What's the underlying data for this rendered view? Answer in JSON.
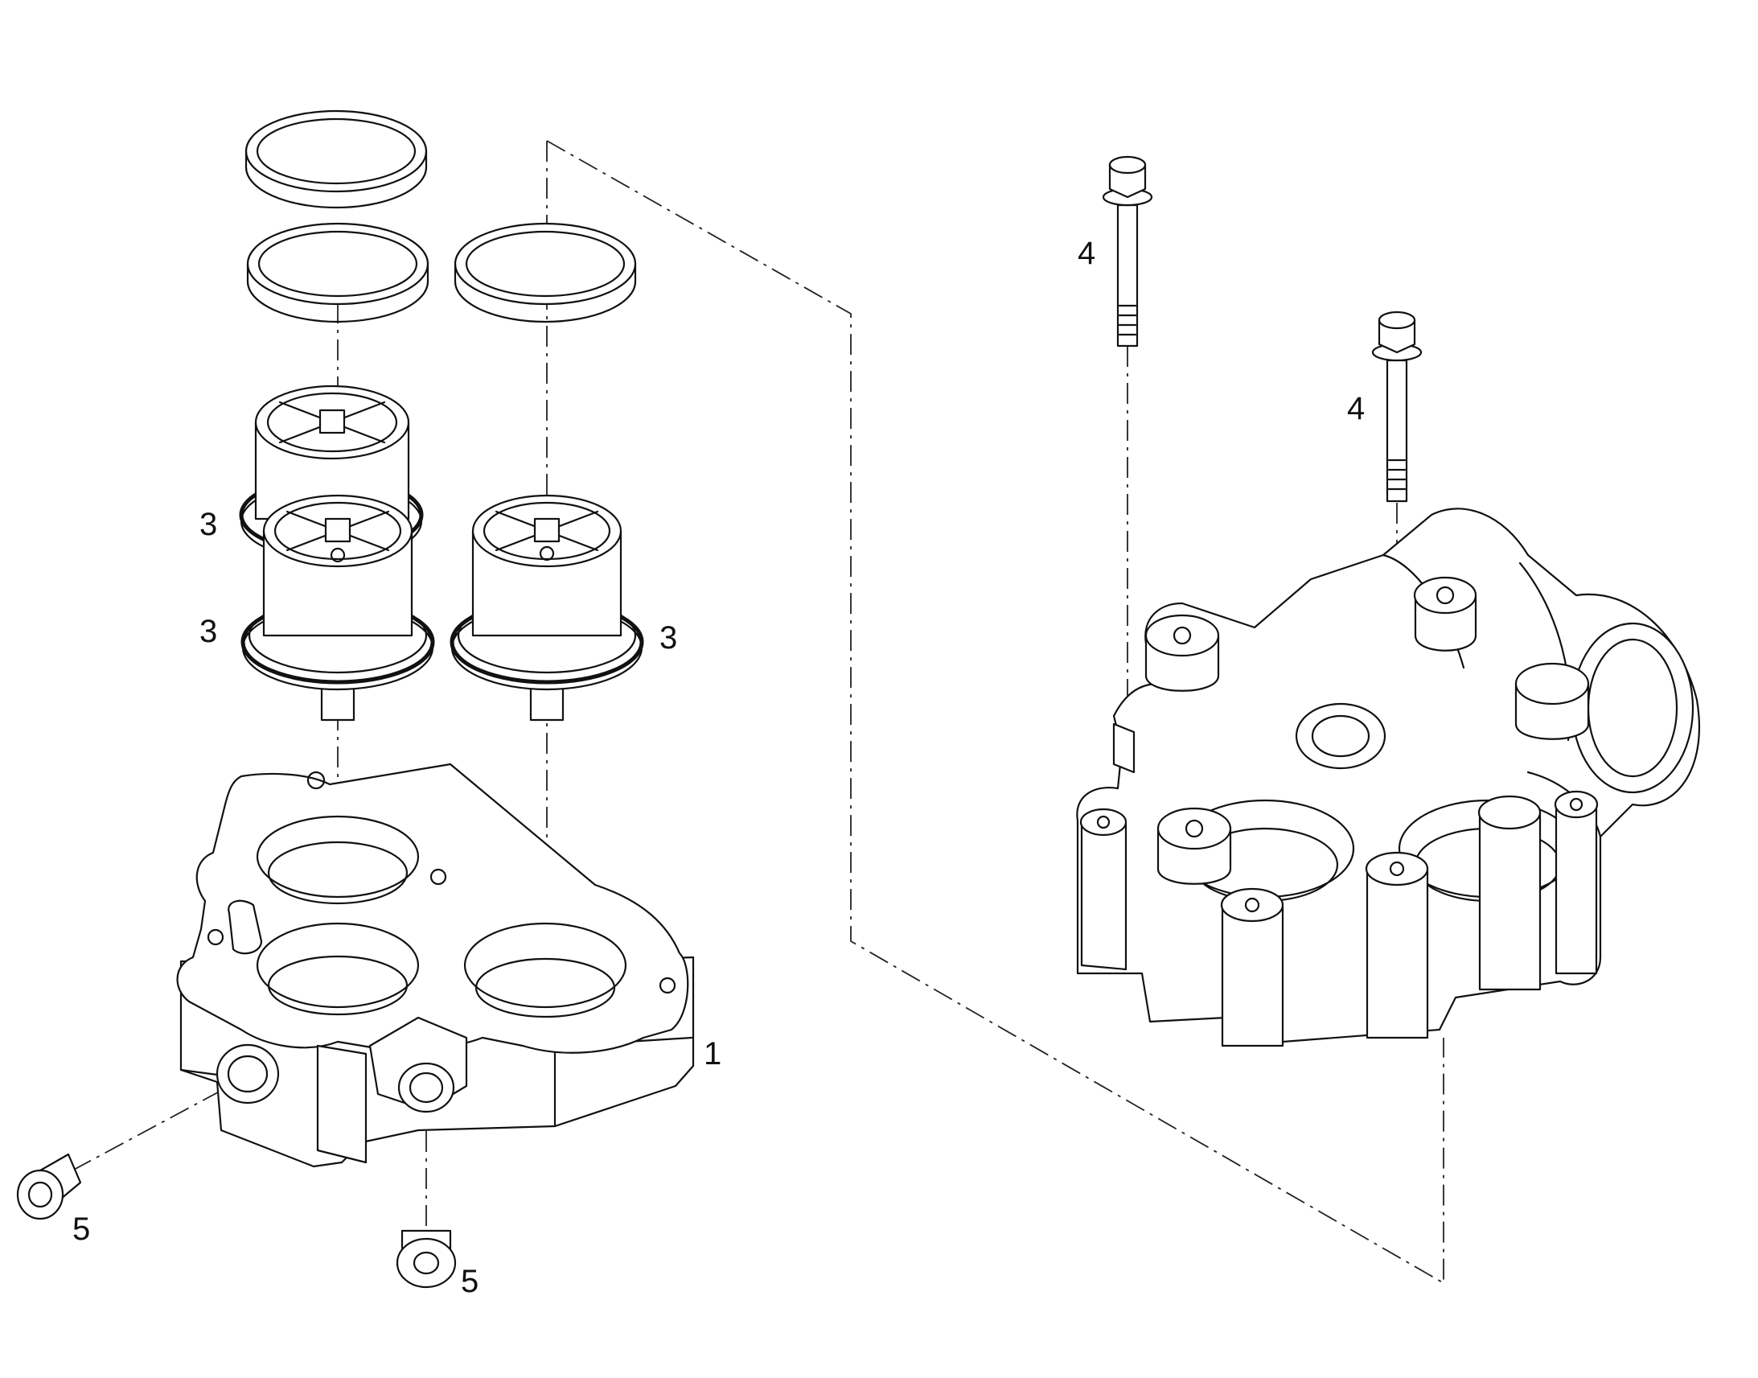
{
  "callouts": {
    "housing": "1",
    "thermostat_a": "3",
    "thermostat_b": "3",
    "thermostat_c": "3",
    "bolt_a": "4",
    "bolt_b": "4",
    "plug_a": "5",
    "plug_b": "5"
  },
  "colors": {
    "line": "#111111",
    "background": "#ffffff"
  }
}
